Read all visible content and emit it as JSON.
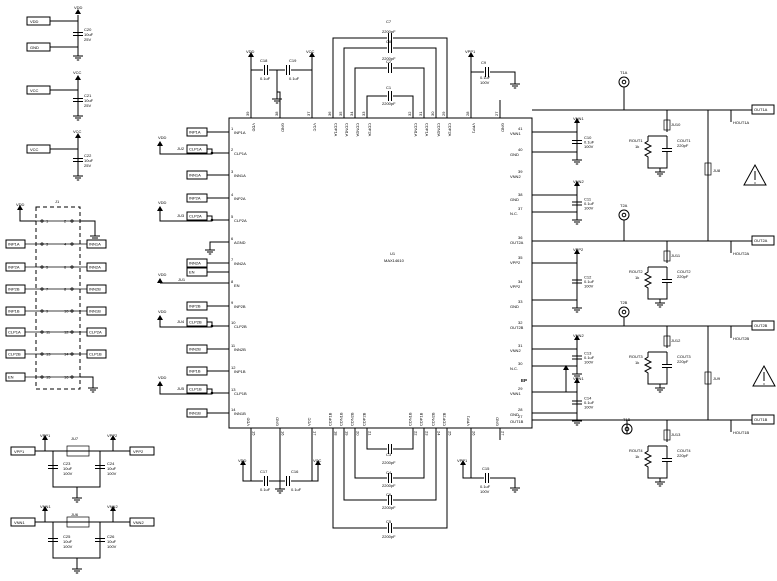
{
  "ic": {
    "ref": "U1",
    "part": "MAX14610",
    "top_pins": [
      {
        "num": "39",
        "name": "VDD"
      },
      {
        "num": "38",
        "name": "GND"
      },
      {
        "num": "37",
        "name": "VCC"
      },
      {
        "num": "36",
        "name": "CDP1A"
      },
      {
        "num": "35",
        "name": "CDN1A"
      },
      {
        "num": "34",
        "name": "CDN2A"
      },
      {
        "num": "33",
        "name": "CDP2A"
      },
      {
        "num": "32",
        "name": "CDN1A"
      },
      {
        "num": "31",
        "name": "CDP1A"
      },
      {
        "num": "30",
        "name": "CDN2A"
      },
      {
        "num": "29",
        "name": "CDP2A"
      },
      {
        "num": "28",
        "name": "VPP1"
      },
      {
        "num": "27",
        "name": "GND"
      }
    ],
    "left_pins": [
      {
        "num": "1",
        "name": "INP1A"
      },
      {
        "num": "2",
        "name": "CLP1A"
      },
      {
        "num": "3",
        "name": "INN1A"
      },
      {
        "num": "4",
        "name": "INP2A"
      },
      {
        "num": "5",
        "name": "CLP2A"
      },
      {
        "num": "6",
        "name": "AGND"
      },
      {
        "num": "7",
        "name": "INN2A"
      },
      {
        "num": "8",
        "name": "EN"
      },
      {
        "num": "9",
        "name": "INP2B"
      },
      {
        "num": "10",
        "name": "CLP2B"
      },
      {
        "num": "11",
        "name": "INN2B"
      },
      {
        "num": "12",
        "name": "INP1B"
      },
      {
        "num": "13",
        "name": "CLP1B"
      },
      {
        "num": "14",
        "name": "INN1B"
      }
    ],
    "right_pins": [
      {
        "num": "42",
        "name": "OUT1A"
      },
      {
        "num": "41",
        "name": "VNN1"
      },
      {
        "num": "40",
        "name": "GND"
      },
      {
        "num": "39",
        "name": "VNN2"
      },
      {
        "num": "38",
        "name": "GND"
      },
      {
        "num": "37",
        "name": "N.C."
      },
      {
        "num": "36",
        "name": "OUT2A"
      },
      {
        "num": "35",
        "name": "VPP2"
      },
      {
        "num": "34",
        "name": "VPP2"
      },
      {
        "num": "33",
        "name": "GND"
      },
      {
        "num": "32",
        "name": "OUT2B"
      },
      {
        "num": "31",
        "name": "VNN2"
      },
      {
        "num": "30",
        "name": "N.C."
      },
      {
        "num": "29",
        "name": "VNN1"
      },
      {
        "num": "28",
        "name": "GND"
      },
      {
        "num": "27",
        "name": "OUT1B"
      }
    ],
    "bottom_pins": [
      {
        "num": "15",
        "name": "VDD"
      },
      {
        "num": "16",
        "name": "GND"
      },
      {
        "num": "17",
        "name": "VCC"
      },
      {
        "num": "18",
        "name": "CDP1B"
      },
      {
        "num": "19",
        "name": "CDN1B"
      },
      {
        "num": "20",
        "name": "CDN2B"
      },
      {
        "num": "21",
        "name": "CDP2B"
      },
      {
        "num": "22",
        "name": "CDN1B"
      },
      {
        "num": "23",
        "name": "CDP1B"
      },
      {
        "num": "24",
        "name": "CDN2B"
      },
      {
        "num": "25",
        "name": "CDP2B"
      },
      {
        "num": "26",
        "name": "VPP1"
      },
      {
        "num": "27",
        "name": "GND"
      }
    ]
  },
  "ep": "EP",
  "left_caps": [
    {
      "ref": "C20",
      "value": "10uF",
      "volt": "25V",
      "net_top": "VDD",
      "net_bot": "GND"
    },
    {
      "ref": "C21",
      "value": "10uF",
      "volt": "25V",
      "net_top": "VCC"
    },
    {
      "ref": "C22",
      "value": "10uF",
      "volt": "25V",
      "net_top": "VCC"
    }
  ],
  "left_ports": [
    "VDD",
    "GND",
    "VCC",
    "VCC"
  ],
  "header": {
    "ref": "J1",
    "left_labels": [
      "INP1A",
      "INP2A",
      "INP2B",
      "INP1B",
      "CLP1A",
      "CLP2B",
      "EN"
    ],
    "right_labels": [
      "INN1A",
      "INN2A",
      "INN2B",
      "INN1B",
      "CLP2A",
      "CLP1B"
    ],
    "pin_nums_left": [
      "1",
      "3",
      "5",
      "7",
      "9",
      "11",
      "13",
      "15"
    ],
    "pin_nums_right": [
      "2",
      "4",
      "6",
      "8",
      "10",
      "12",
      "14",
      "16"
    ],
    "vdd": "VDD"
  },
  "input_labels": {
    "in1a": [
      "INP1A",
      "CLP1A",
      "INN1A"
    ],
    "in2a": [
      "INP2A",
      "CLP2A",
      "INN2A"
    ],
    "en": "EN",
    "in2b": [
      "INP2B",
      "CLP2B",
      "INN2B"
    ],
    "in1b": [
      "INP1B",
      "CLP1B",
      "INN1B"
    ],
    "jumpers": [
      "JU2",
      "JU3",
      "JU1",
      "JU4",
      "JU5"
    ],
    "vdd": "VDD"
  },
  "top_caps": {
    "c18": {
      "ref": "C18",
      "value": "0.1uF"
    },
    "c19": {
      "ref": "C19",
      "value": "0.1uF"
    },
    "vdd": "VDD",
    "vcc": "VCC",
    "c7": {
      "ref": "C7",
      "value": "2200pF"
    },
    "c8": {
      "ref": "C8",
      "value": "2200pF"
    },
    "c2": {
      "ref": "C2",
      "value": "2200pF"
    },
    "c1": {
      "ref": "C1",
      "value": "2200pF"
    },
    "c9": {
      "ref": "C9",
      "value": "0.1uF",
      "volt": "100V"
    },
    "vpp1": "VPP1"
  },
  "bottom_caps": {
    "c17": {
      "ref": "C17",
      "value": "0.1uF"
    },
    "c16": {
      "ref": "C16",
      "value": "0.1uF"
    },
    "vdd": "VDD",
    "vcc": "VCC",
    "c3": {
      "ref": "C3",
      "value": "2200pF"
    },
    "c4": {
      "ref": "C4",
      "value": "2200pF"
    },
    "c6": {
      "ref": "C6",
      "value": "2200pF"
    },
    "c5": {
      "ref": "C5",
      "value": "2200pF"
    },
    "c15": {
      "ref": "C15",
      "value": "0.1uF",
      "volt": "100V"
    },
    "vpp1": "VPP1"
  },
  "supply_caps": [
    {
      "ref": "C10",
      "value": "0.1uF",
      "volt": "100V",
      "net": "VNN1"
    },
    {
      "ref": "C11",
      "value": "0.1uF",
      "volt": "100V",
      "net": "VNN2"
    },
    {
      "ref": "C12",
      "value": "0.1uF",
      "volt": "100V",
      "net": "VPP2"
    },
    {
      "ref": "C13",
      "value": "0.1uF",
      "volt": "100V",
      "net": "VNN2"
    },
    {
      "ref": "C14",
      "value": "0.1uF",
      "volt": "100V",
      "net": "VNN1"
    }
  ],
  "outputs": [
    {
      "tp": "T1A",
      "ju": "JU10",
      "rout": "ROUT1",
      "r": "1k",
      "cout": "COUT1",
      "c": "220pF",
      "port": "OUT1A",
      "hout": "HOUT1A"
    },
    {
      "tp": "T2A",
      "ju": "JU11",
      "rout": "ROUT2",
      "r": "1k",
      "cout": "COUT2",
      "c": "220pF",
      "port": "OUT2A",
      "hout": "HOUT2A"
    },
    {
      "tp": "T2B",
      "ju": "JU12",
      "rout": "ROUT3",
      "r": "1k",
      "cout": "COUT3",
      "c": "220pF",
      "port": "OUT2B",
      "hout": "HOUT2B"
    },
    {
      "tp": "T1B",
      "ju": "JU13",
      "rout": "ROUT4",
      "r": "1k",
      "cout": "COUT4",
      "c": "220pF",
      "port": "OUT1B",
      "hout": "HOUT1B"
    }
  ],
  "jumpers_side": [
    "JU8",
    "JU9"
  ],
  "power_bottom": {
    "vpp1": "VPP1",
    "vpp2": "VPP2",
    "ju7": "JU7",
    "c23": {
      "ref": "C23",
      "value": "10uF",
      "volt": "100V"
    },
    "c24": {
      "ref": "C24",
      "value": "10uF",
      "volt": "100V"
    },
    "vnn1": "VNN1",
    "vnn2": "VNN2",
    "ju6": "JU6",
    "c25": {
      "ref": "C25",
      "value": "10uF",
      "volt": "100V"
    },
    "c26": {
      "ref": "C26",
      "value": "10uF",
      "volt": "100V"
    }
  }
}
